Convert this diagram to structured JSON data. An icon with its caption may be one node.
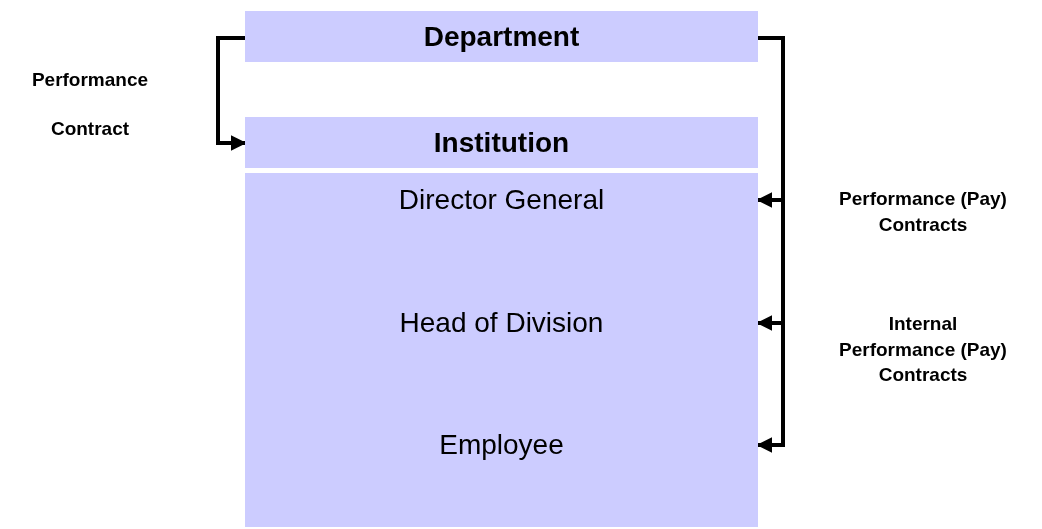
{
  "diagram": {
    "nodes": [
      {
        "text": [
          "Department"
        ]
      },
      {
        "text": [
          "Institution"
        ]
      },
      {
        "text": [
          "Director General"
        ]
      },
      {
        "text": [
          "Head of Division"
        ]
      },
      {
        "text": [
          "Employee"
        ]
      }
    ],
    "edges": [
      {
        "from": 0,
        "to": 1,
        "arrow": "to",
        "label": "Performance Contract"
      },
      {
        "from": 0,
        "to": 2,
        "arrow": "to"
      },
      {
        "from": 0,
        "to": 3,
        "arrow": "to"
      },
      {
        "from": 0,
        "to": 4,
        "arrow": "to"
      }
    ],
    "labels": [
      "Performance (Pay) Contracts",
      "Internal Performance (Pay) Contracts"
    ]
  }
}
